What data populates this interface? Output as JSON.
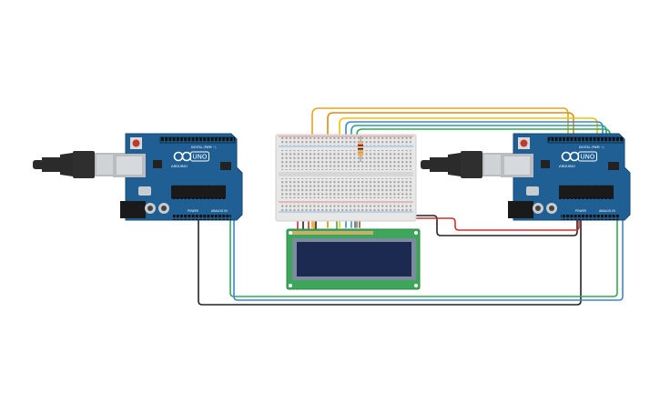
{
  "boards": [
    {
      "id": "arduino-left",
      "brand": "ARDUINO",
      "model": "UNO",
      "header_label": "DIGITAL (PWM ~)",
      "power_label": "POWER",
      "analog_label": "ANALOG IN"
    },
    {
      "id": "arduino-right",
      "brand": "ARDUINO",
      "model": "UNO",
      "header_label": "DIGITAL (PWM ~)",
      "power_label": "POWER",
      "analog_label": "ANALOG IN"
    }
  ],
  "colors": {
    "board": "#1f5f94",
    "board_dark": "#164a75",
    "usb_body": "#2b2b2b",
    "usb_metal": "#b9bdbf",
    "lcd_pcb": "#3ea65a",
    "lcd_screen": "#1c2a52",
    "breadboard": "#e7e7e7",
    "wire_orange": "#e8a11b",
    "wire_yellow": "#f2c200",
    "wire_blue": "#3b86d6",
    "wire_green": "#34a853",
    "wire_purple": "#8e44ad",
    "wire_red": "#d32f2f",
    "wire_black": "#222222",
    "wire_teal": "#2aa198"
  }
}
